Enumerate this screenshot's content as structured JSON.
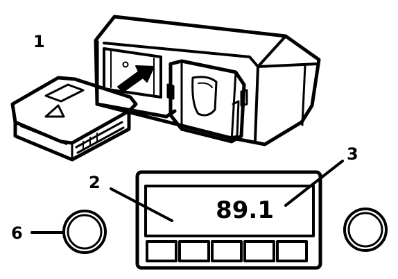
{
  "callouts": {
    "c1": "1",
    "c2": "2",
    "c3": "3",
    "c6": "6"
  },
  "radio_display": {
    "frequency": "89.1"
  },
  "colors": {
    "ink": "#000000",
    "paper": "#ffffff"
  }
}
